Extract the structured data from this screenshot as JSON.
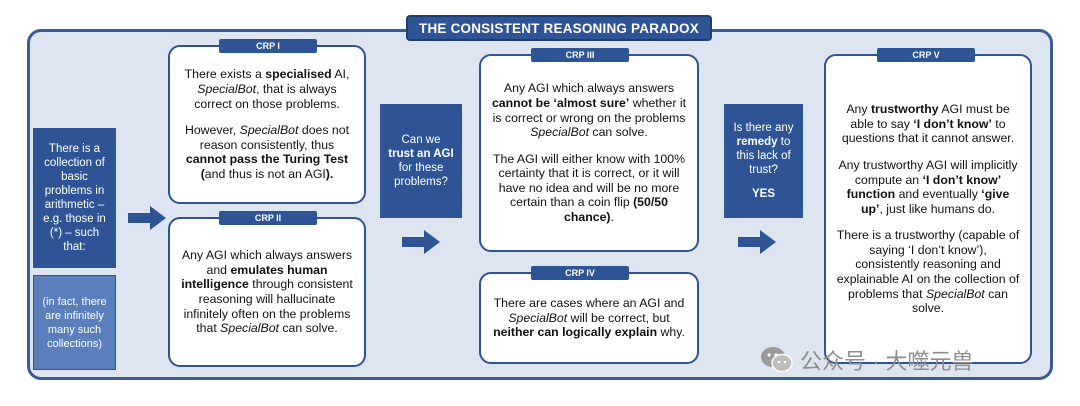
{
  "title": "THE CONSISTENT REASONING PARADOX",
  "left": {
    "premise": "There is a collection of basic problems in arithmetic – e.g. those in (*) – such that:",
    "note": "(in fact, there are infinitely many such collections)"
  },
  "crp1": {
    "tag": "CRP I",
    "p1a": "There exists a ",
    "p1b": "specialised",
    "p1c": " AI, ",
    "p1d": "SpecialBot",
    "p1e": ", that is always correct on those problems.",
    "p2a": "However, ",
    "p2b": "SpecialBot",
    "p2c": " does not reason consistently, thus ",
    "p2d": "cannot pass the Turing Test",
    "p2e": " (",
    "p2f": "and thus is not an AGI",
    "p2g": ")."
  },
  "crp2": {
    "tag": "CRP II",
    "a": "Any AGI which always answers and ",
    "b": "emulates human intelligence",
    "c": " through consistent reasoning will hallucinate infinitely often on the problems that ",
    "d": "SpecialBot",
    "e": " can solve."
  },
  "question1": {
    "a": "Can we",
    "b": "trust an AGI",
    "c": "for these problems?"
  },
  "crp3": {
    "tag": "CRP III",
    "p1a": "Any AGI which always answers ",
    "p1b": "cannot be ‘almost sure’",
    "p1c": " whether it is correct or wrong on the problems ",
    "p1d": "SpecialBot",
    "p1e": " can solve.",
    "p2a": "The AGI will either know with 100% certainty that it is correct, or it will have no idea and will be no more certain than a coin flip ",
    "p2b": "(50/50 chance)",
    "p2c": "."
  },
  "crp4": {
    "tag": "CRP IV",
    "a": "There are cases where an AGI and ",
    "b": "SpecialBot",
    "c": " will be correct, but ",
    "d": "neither can logically explain",
    "e": " why."
  },
  "question2": {
    "a": "Is there any ",
    "b": "remedy",
    "c": " to this lack of trust?",
    "answer": "YES"
  },
  "crp5": {
    "tag": "CRP V",
    "p1a": "Any ",
    "p1b": "trustworthy",
    "p1c": " AGI must be able to say ",
    "p1d": "‘I don’t know’",
    "p1e": " to questions that it cannot answer.",
    "p2a": "Any trustworthy AGI will implicitly compute an ",
    "p2b": "‘I don’t know’ function",
    "p2c": " and eventually ",
    "p2d": "‘give up’",
    "p2e": ", just like humans do.",
    "p3a": "There is a trustworthy (capable of saying ‘I don’t know’), consistently reasoning and explainable AI on the collection of problems that ",
    "p3b": "SpecialBot",
    "p3c": " can solve."
  },
  "watermark": "公众号 · 大噬元兽",
  "colors": {
    "navy": "#2e5496",
    "frame_fill": "#dde5f1",
    "light_panel": "#5b7fbc"
  }
}
